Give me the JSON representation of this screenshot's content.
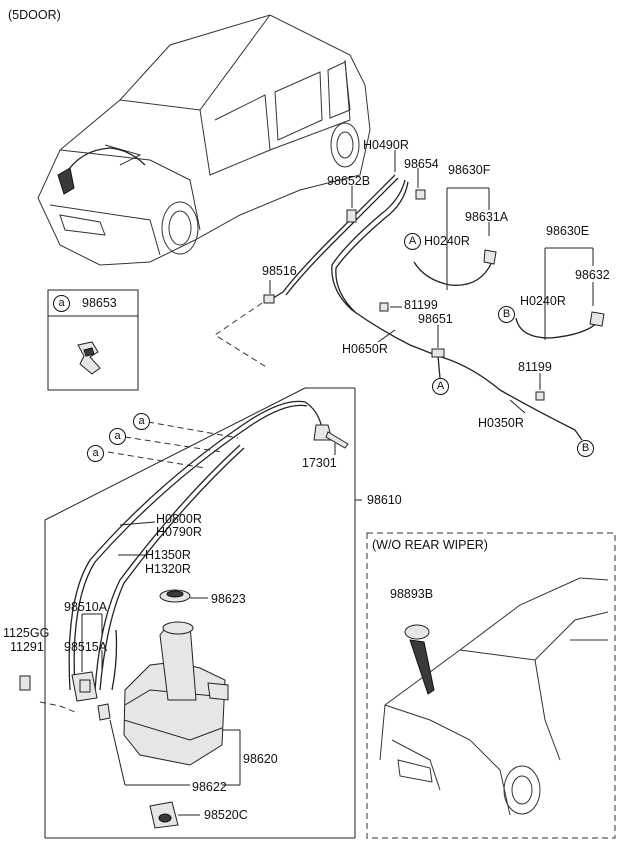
{
  "header": {
    "variant": "(5DOOR)"
  },
  "inset": {
    "title": "(W/O REAR WIPER)",
    "part": "98893B"
  },
  "callout_box": {
    "marker": "a",
    "part": "98653"
  },
  "markers": {
    "a": "a",
    "A": "A",
    "B": "B"
  },
  "parts": {
    "p98630F": "98630F",
    "h0490r": "H0490R",
    "p98654": "98654",
    "p98652B": "98652B",
    "p98631A": "98631A",
    "h0240r_top": "H0240R",
    "p98630E": "98630E",
    "p98632": "98632",
    "h0240r_right": "H0240R",
    "p98516": "98516",
    "p81199_a": "81199",
    "p98651": "98651",
    "h0650r": "H0650R",
    "p81199_b": "81199",
    "h0350r": "H0350R",
    "p17301": "17301",
    "p98610": "98610",
    "h0800r": "H0800R",
    "h0790r": "H0790R",
    "h1350r": "H1350R",
    "h1320r": "H1320R",
    "p98510A": "98510A",
    "p98623": "98623",
    "p1125GG": "1125GG",
    "p11291": "11291",
    "p98515A": "98515A",
    "p98620": "98620",
    "p98622": "98622",
    "p98520C": "98520C"
  }
}
